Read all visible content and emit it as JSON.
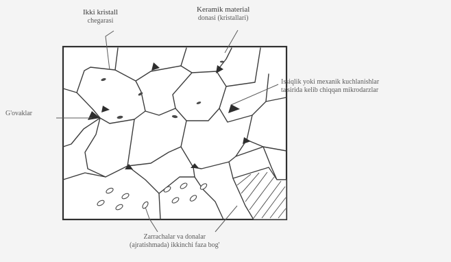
{
  "diagram": {
    "labels": {
      "two_crystal_boundary": {
        "line1": "Ikki kristall",
        "line2": "chegarasi"
      },
      "ceramic_grains": {
        "line1": "Keramik material",
        "line2": "donasi (kristallari)"
      },
      "microcracks": {
        "line1": "Issiqlik yoki mexanik kuchlanishlar",
        "line2": "ta'sirida kelib chiqqan mikrodarzlar"
      },
      "pores": {
        "text": "G'ovaklar"
      },
      "particles_boundaries": {
        "line1": "Zarrachalar va donalar",
        "line2": "(ajratishmada) ikkinchi faza bog'"
      }
    },
    "colors": {
      "background": "#f4f4f4",
      "line": "#2f2f2f",
      "fill": "#ffffff",
      "dark_fill": "#333333"
    }
  }
}
